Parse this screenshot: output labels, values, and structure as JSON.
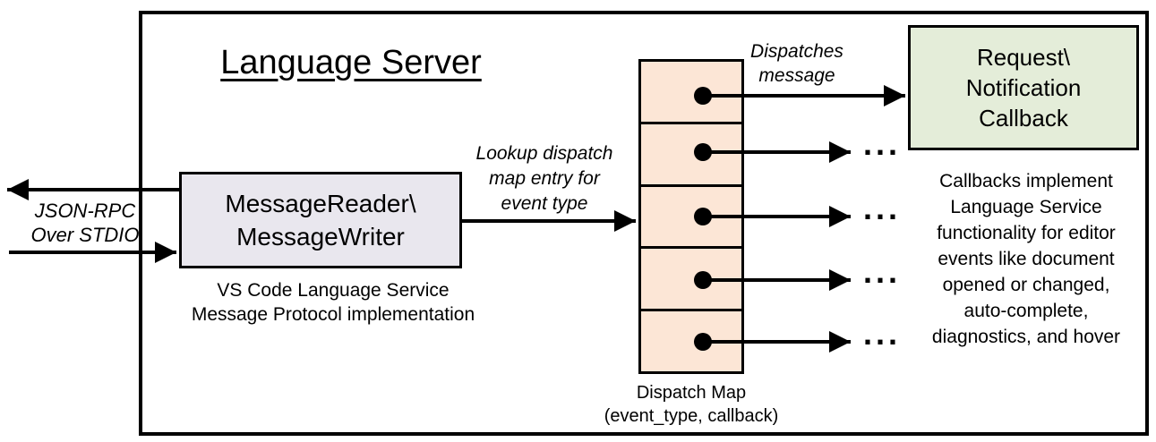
{
  "diagram": {
    "title": "Language Server",
    "io_label": "JSON-RPC\nOver STDIO",
    "reader_box_label": "MessageReader\\\nMessageWriter",
    "reader_caption": "VS Code Language Service\nMessage Protocol implementation",
    "lookup_label": "Lookup dispatch\nmap entry for\nevent type",
    "dispatch_label": "Dispatches\nmessage",
    "map_caption": "Dispatch Map\n(event_type, callback)",
    "callback_box_label": "Request\\\nNotification\nCallback",
    "callbacks_note": "Callbacks implement\nLanguage Service\nfunctionality for editor\nevents like document\nopened or changed,\nauto-complete,\ndiagnostics, and hover",
    "ellipsis": "...",
    "map_row_count": 5,
    "colors": {
      "reader_fill": "#e9e7ee",
      "map_fill": "#fce6d6",
      "callback_fill": "#e4edd9",
      "stroke": "#000000",
      "background": "#ffffff"
    }
  }
}
